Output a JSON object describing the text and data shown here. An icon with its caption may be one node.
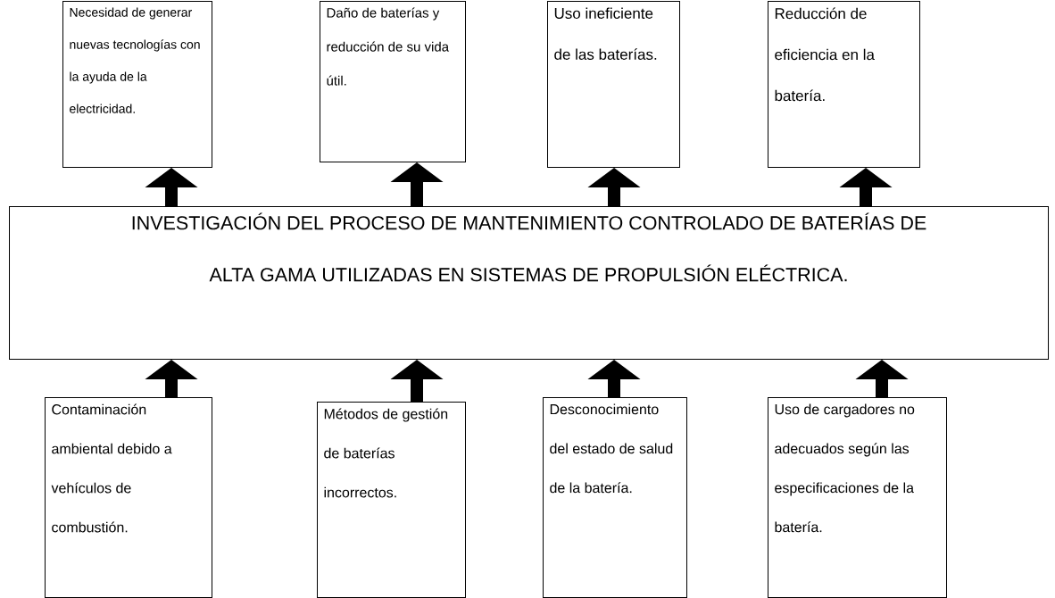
{
  "diagram": {
    "nodes": [
      {
        "text": [
          "Necesidad de generar nuevas tecnologías con la ayuda de la electricidad."
        ]
      },
      {
        "text": [
          "Daño de baterías y reducción de su vida útil."
        ]
      },
      {
        "text": [
          "Uso ineficiente de las baterías."
        ]
      },
      {
        "text": [
          "Reducción de eficiencia en la batería."
        ]
      },
      {
        "text": [
          "INVESTIGACIÓN DEL PROCESO DE MANTENIMIENTO CONTROLADO DE BATERÍAS DE ALTA GAMA UTILIZADAS EN SISTEMAS DE PROPULSIÓN ELÉCTRICA."
        ]
      },
      {
        "text": [
          "Contaminación ambiental debido a vehículos de combustión."
        ]
      },
      {
        "text": [
          "Métodos de gestión de baterías incorrectos."
        ]
      },
      {
        "text": [
          "Desconocimiento del estado de salud de la batería."
        ]
      },
      {
        "text": [
          "Uso de cargadores no adecuados según las especificaciones de la batería."
        ]
      }
    ],
    "edges": [
      {
        "from": 4,
        "to": 0,
        "arrow": "to"
      },
      {
        "from": 4,
        "to": 1,
        "arrow": "to"
      },
      {
        "from": 4,
        "to": 2,
        "arrow": "to"
      },
      {
        "from": 4,
        "to": 3,
        "arrow": "to"
      },
      {
        "from": 5,
        "to": 4,
        "arrow": "to"
      },
      {
        "from": 6,
        "to": 4,
        "arrow": "to"
      },
      {
        "from": 7,
        "to": 4,
        "arrow": "to"
      },
      {
        "from": 8,
        "to": 4,
        "arrow": "to"
      }
    ]
  }
}
